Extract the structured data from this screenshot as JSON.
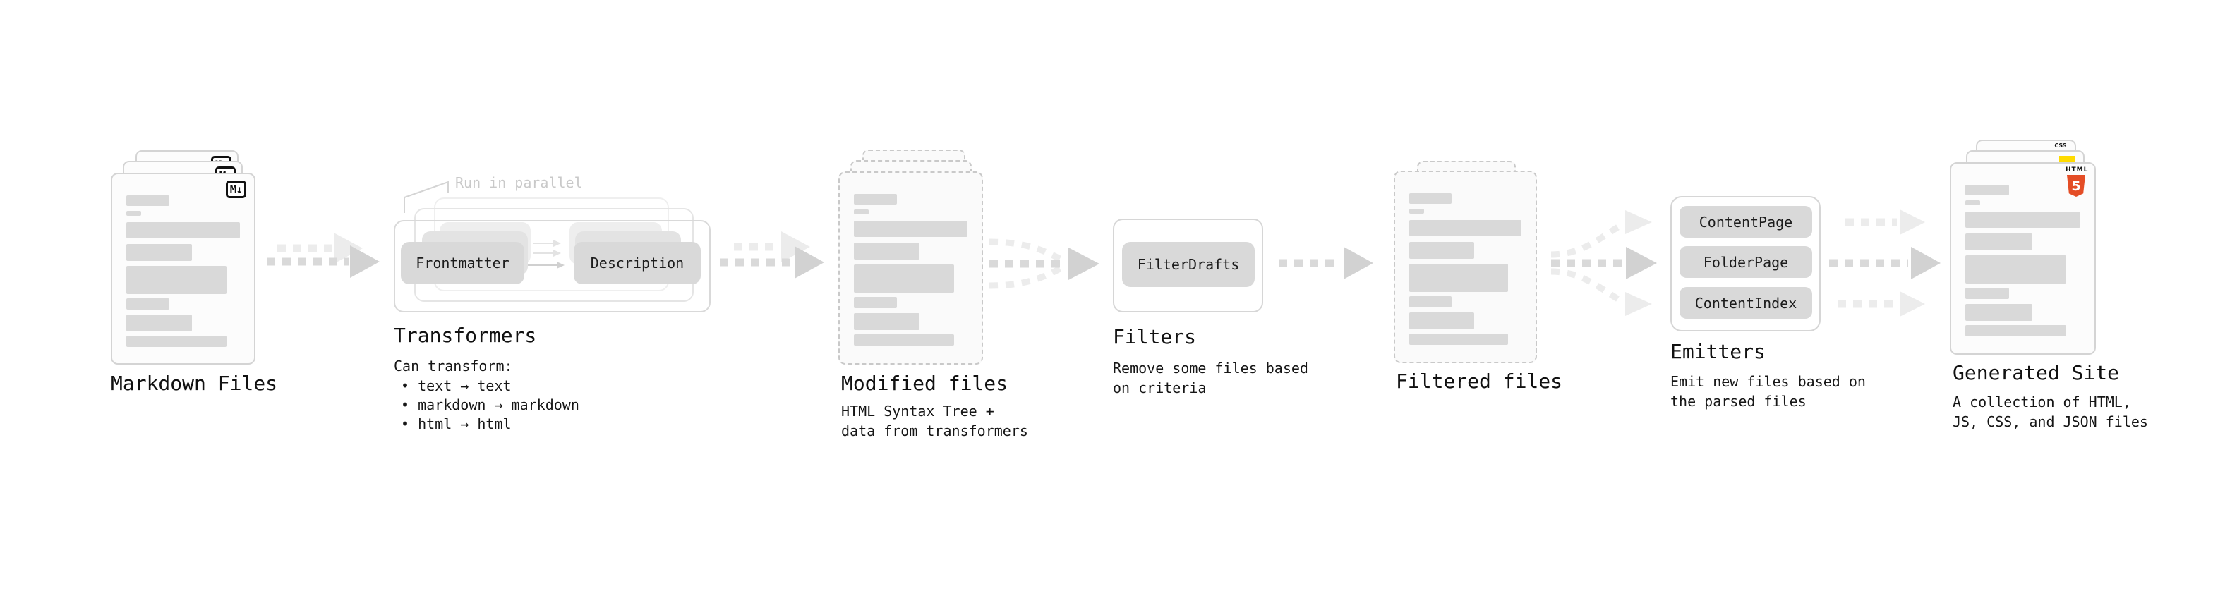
{
  "colors": {
    "html5_orange": "#e44d26",
    "js_yellow": "#ffdb00",
    "css_blue": "#2b65ec"
  },
  "markdown_files": {
    "label": "Markdown Files",
    "badge": "M↓"
  },
  "transformers": {
    "note": "Run in parallel",
    "pill_left": "Frontmatter",
    "pill_right": "Description",
    "label": "Transformers",
    "desc_title": "Can transform:",
    "bullets": [
      "• text → text",
      "• markdown → markdown",
      "• html → html"
    ]
  },
  "modified_files": {
    "label": "Modified files",
    "subtitle": "HTML Syntax Tree +\ndata from transformers"
  },
  "filters": {
    "label": "Filters",
    "pill": "FilterDrafts",
    "subtitle": "Remove some files based\non criteria"
  },
  "filtered_files": {
    "label": "Filtered files"
  },
  "emitters": {
    "label": "Emitters",
    "pills": [
      "ContentPage",
      "FolderPage",
      "ContentIndex"
    ],
    "subtitle": "Emit new files based on\nthe parsed files"
  },
  "generated_site": {
    "label": "Generated Site",
    "subtitle": "A collection of HTML,\nJS, CSS, and JSON files",
    "badge_html_word": "HTML",
    "badge_html_number": "5",
    "badge_css": "CSS"
  }
}
